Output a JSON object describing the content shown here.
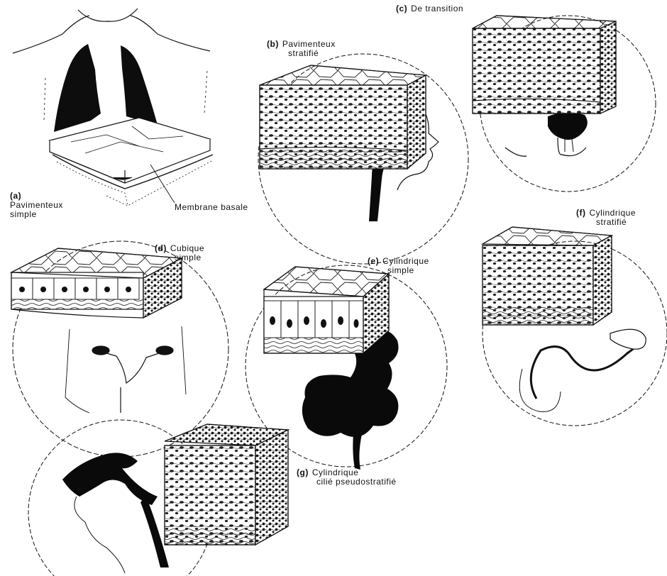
{
  "panels": {
    "a": {
      "letter": "(a)",
      "line1": "Pavimenteux",
      "line2": "simple"
    },
    "b": {
      "letter": "(b)",
      "line1": "Pavimenteux",
      "line2": "stratifié"
    },
    "c": {
      "letter": "(c)",
      "line1": "De transition"
    },
    "d": {
      "letter": "(d)",
      "line1": "Cubique",
      "line2": "simple"
    },
    "e": {
      "letter": "(e)",
      "line1": "Cylindrique",
      "line2": "simple"
    },
    "f": {
      "letter": "(f)",
      "line1": "Cylindrique",
      "line2": "stratifié"
    },
    "g": {
      "letter": "(g)",
      "line1": "Cylindrique",
      "line2": "cilié pseudostratifié"
    }
  },
  "callouts": {
    "basement_membrane": "Membrane basale"
  }
}
